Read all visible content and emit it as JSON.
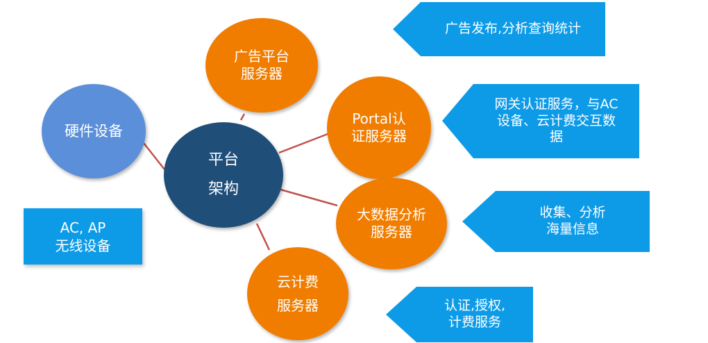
{
  "colors": {
    "center": "#1f4e79",
    "orange": "#f07d00",
    "hardware": "#5b8fd9",
    "callout": "#0d9be8",
    "connector": "#c0504d"
  },
  "center": {
    "label": "平台\n架构"
  },
  "hardware": {
    "label": "硬件设备"
  },
  "servers": {
    "ad": {
      "label": "广告平台\n服务器"
    },
    "portal": {
      "label": "Portal认\n证服务器"
    },
    "bigdata": {
      "label": "大数据分析\n服务器"
    },
    "billing": {
      "label": "云计费\n服务器"
    }
  },
  "callouts": {
    "ad": {
      "text": "广告发布,分析查询统计"
    },
    "portal": {
      "text": "网关认证服务，与AC\n设备、云计费交互数\n据"
    },
    "bigdata": {
      "text": "收集、分析\n海量信息"
    },
    "billing": {
      "text": "认证,授权,\n计费服务"
    }
  },
  "ac_ap": {
    "text": "AC, AP\n无线设备"
  }
}
